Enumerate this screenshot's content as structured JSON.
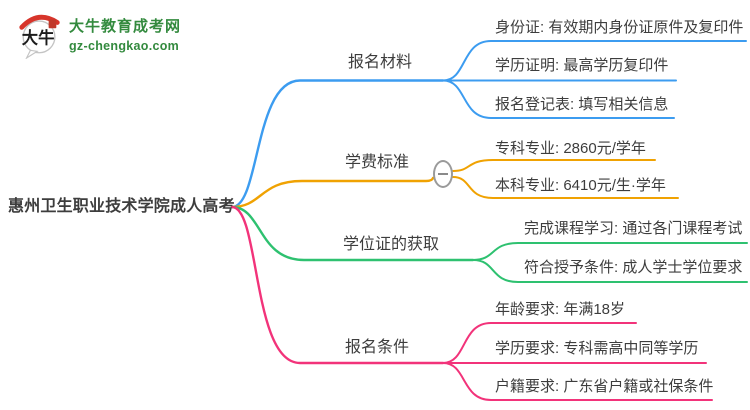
{
  "page": {
    "background": "#ffffff",
    "text_color": "#3d3d3d"
  },
  "logo": {
    "title": "大牛教育成考网",
    "url": "gz-chengkao.com",
    "icon_text": "大牛",
    "brand_green": "#338a3e",
    "accent_red": "#d7352b"
  },
  "icons": {
    "collapse_toggle": "minus-icon"
  },
  "mindmap": {
    "root": {
      "text": "惠州卫生职业技术学院成人高考"
    },
    "branches": [
      {
        "label": "报名材料",
        "color": "#3c9cf0",
        "children": [
          {
            "text": "身份证: 有效期内身份证原件及复印件"
          },
          {
            "text": "学历证明: 最高学历复印件"
          },
          {
            "text": "报名登记表: 填写相关信息"
          }
        ]
      },
      {
        "label": "学费标准",
        "color": "#f0a202",
        "children": [
          {
            "text": "专科专业: 2860元/学年"
          },
          {
            "text": "本科专业: 6410元/生·学年"
          }
        ]
      },
      {
        "label": "学位证的获取",
        "color": "#2ec170",
        "children": [
          {
            "text": "完成课程学习: 通过各门课程考试"
          },
          {
            "text": "符合授予条件: 成人学士学位要求"
          }
        ]
      },
      {
        "label": "报名条件",
        "color": "#f2337a",
        "children": [
          {
            "text": "年龄要求: 年满18岁"
          },
          {
            "text": "学历要求: 专科需高中同等学历"
          },
          {
            "text": "户籍要求: 广东省户籍或社保条件"
          }
        ]
      }
    ]
  }
}
